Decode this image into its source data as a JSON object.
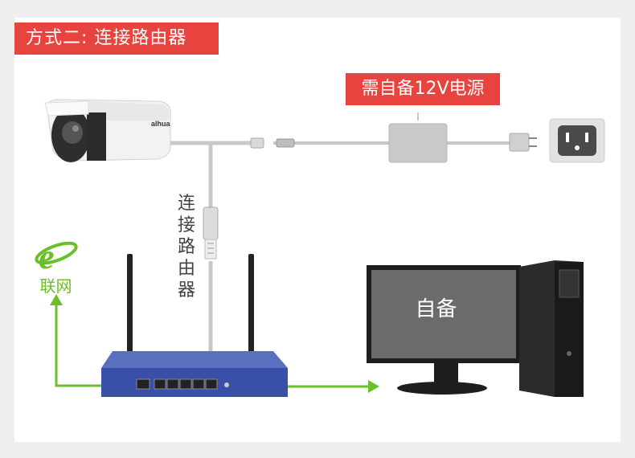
{
  "title": "方式二: 连接路由器",
  "power_note": "需自备12V电源",
  "cable_label": "连接路由器",
  "camera_brand": "alhua",
  "monitor_label": "自备",
  "internet_label": "联网",
  "colors": {
    "accent": "#e8443f",
    "green": "#6bbf2a",
    "cable": "#c8c8c8",
    "router": "#3a4fa8"
  }
}
